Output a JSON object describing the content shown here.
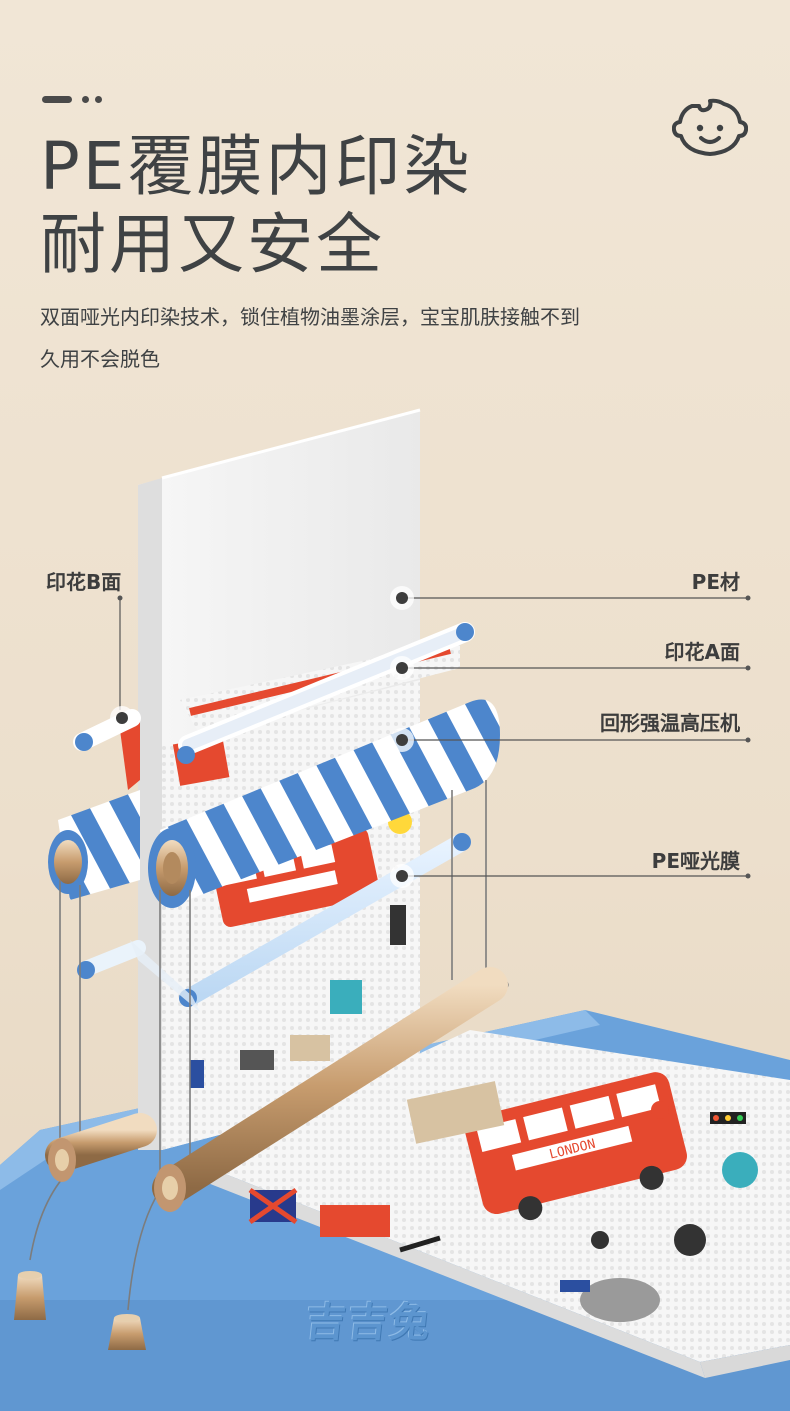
{
  "header": {
    "title_line1": "PE覆膜内印染",
    "title_line2": "耐用又安全",
    "desc_line1": "双面哑光内印染技术，锁住植物油墨涂层，宝宝肌肤接触不到",
    "desc_line2": "久用不会脱色",
    "icon": "baby-face-icon"
  },
  "labels": {
    "print_b": "印花B面",
    "pe_material": "PE材",
    "print_a": "印花A面",
    "press_machine": "回形强温高压机",
    "matte_film": "PE哑光膜"
  },
  "product": {
    "brand_text": "吉吉兔",
    "mat_text": "LONDON"
  },
  "colors": {
    "background": "#efe3d2",
    "text": "#3f4244",
    "roller_blue": "#4d86cc",
    "tray_blue": "#6aa2db",
    "bus_red": "#e5492f",
    "gold": "#c9a37a"
  }
}
